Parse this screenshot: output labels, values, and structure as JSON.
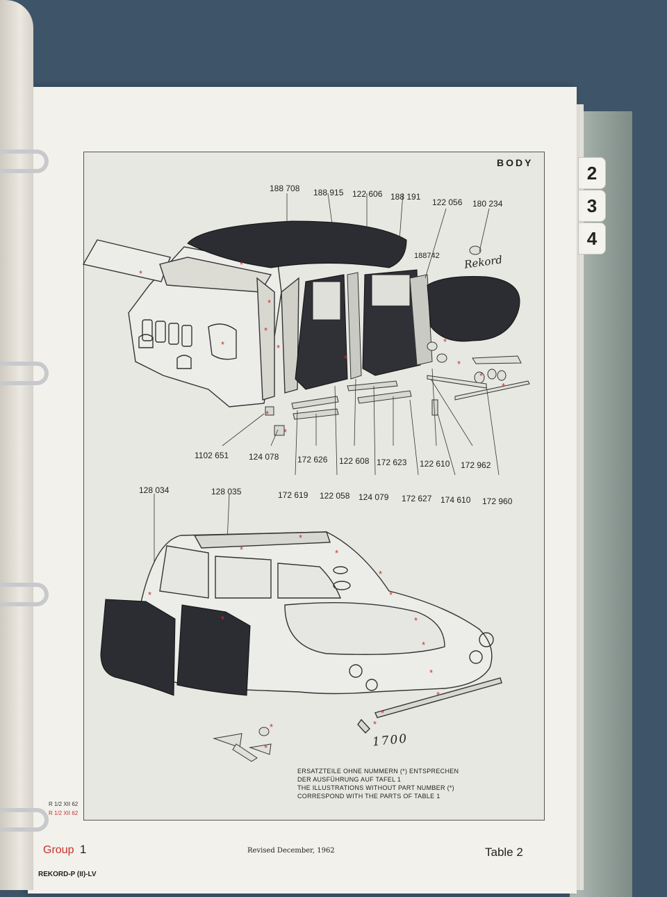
{
  "header": {
    "section": "BODY"
  },
  "tabs": [
    "2",
    "3",
    "4"
  ],
  "top_part_numbers": [
    "188 708",
    "188 915",
    "122 606",
    "188 191",
    "122 056",
    "180 234",
    "188742"
  ],
  "bottom_part_numbers": [
    "1102 651",
    "124 078",
    "172 626",
    "122 608",
    "172 623",
    "122 610",
    "172 962",
    "172 619",
    "122 058",
    "124 079",
    "172 627",
    "174 610",
    "172 960"
  ],
  "lower_part_numbers": [
    "128 034",
    "128 035"
  ],
  "script_badges": {
    "rekord": "Rekord",
    "model": "1700"
  },
  "notes": {
    "de_line1": "ERSATZTEILE OHNE NUMMERN (*) ENTSPRECHEN",
    "de_line2": "DER AUSFÜHRUNG AUF TAFEL 1",
    "en_line1": "THE ILLUSTRATIONS WITHOUT PART NUMBER (*)",
    "en_line2": "CORRESPOND WITH THE PARTS OF TABLE 1"
  },
  "revision_marks": {
    "mark1": "R 1/2 XII 62",
    "mark2": "R 1/2 XII 62"
  },
  "footer": {
    "group_label": "Group",
    "group_number": "1",
    "revised": "Revised December, 1962",
    "table": "Table 2",
    "model": "REKORD-P (II)-LV"
  },
  "colors": {
    "plate_bg": "#e6e8e1",
    "red_mark": "#c9302c",
    "ink": "#222222",
    "binder": "#9aa6a0"
  }
}
